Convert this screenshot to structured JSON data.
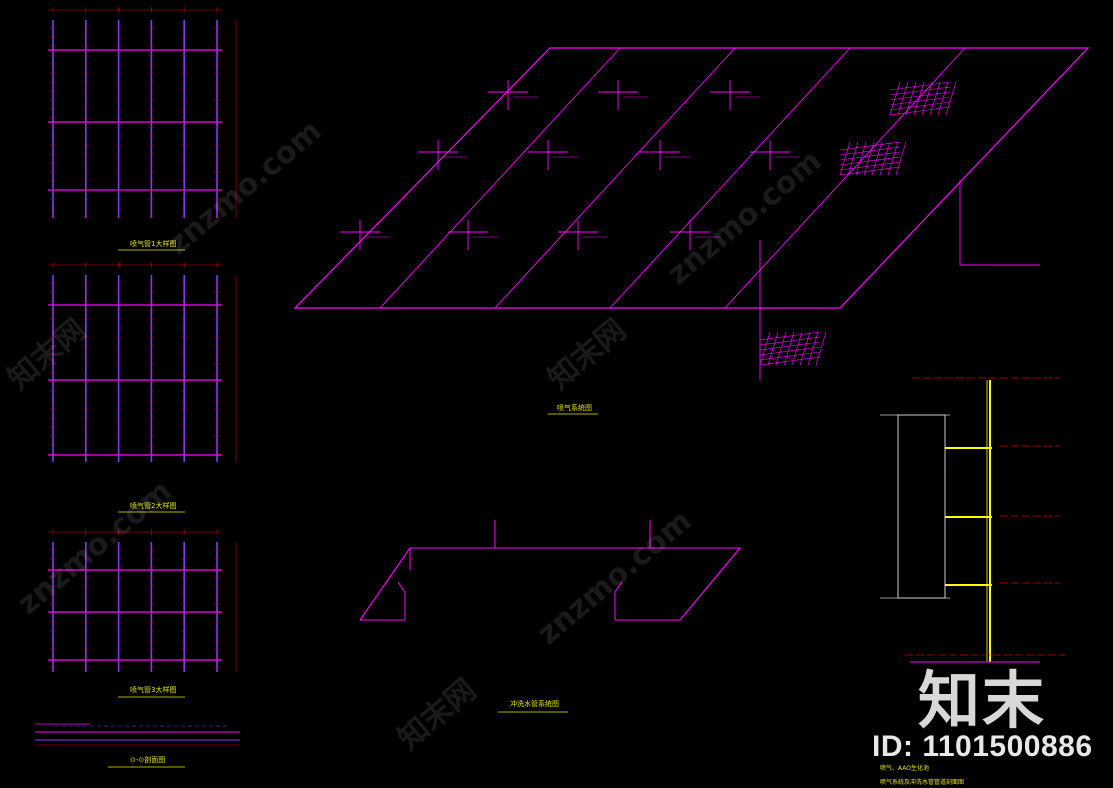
{
  "colors": {
    "bg": "#000000",
    "pipe": "#ff00ff",
    "branch": "#7a3cff",
    "text": "#e4e400",
    "dim": "#cc0000",
    "label": "#ff55ff",
    "riser": "#ffff00",
    "green": "#00ff00"
  },
  "drawings": {
    "plan1_title": "喷气管1大样图",
    "plan2_title": "喷气管2大样图",
    "plan3_title": "喷气管3大样图",
    "small_title": "⊙-⊙剖面图",
    "system_title": "喷气系统图",
    "flush_title": "冲洗水管系统图",
    "section_caption_1": "喷气、AAO生化池",
    "section_caption_2": "喷气系统及冲洗水管管道剖面图"
  },
  "watermark": {
    "logo": "知末",
    "id": "ID: 1101500886",
    "site": "znzmo.com",
    "site_cn": "知末网"
  }
}
